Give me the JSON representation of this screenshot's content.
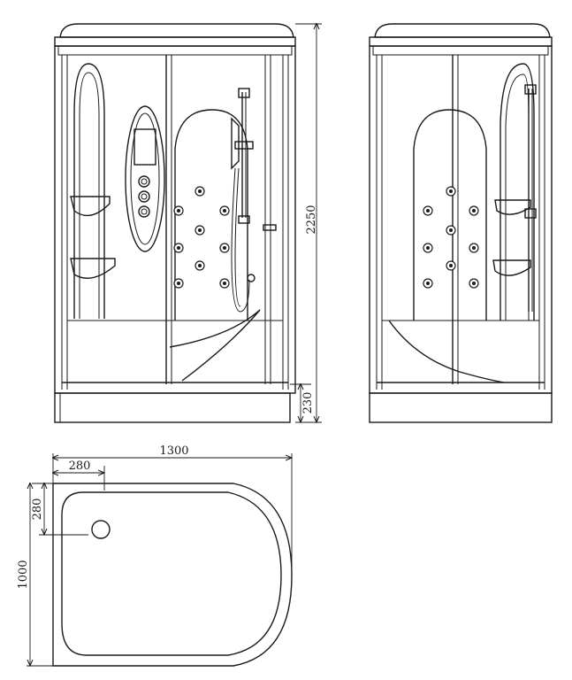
{
  "dimensions": {
    "total_height": "2250",
    "base_height": "230",
    "tray_width": "1300",
    "corner_width": "280",
    "corner_depth": "280",
    "tray_depth": "1000"
  },
  "colors": {
    "line": "#1a1a1a",
    "background": "#ffffff"
  },
  "views": [
    "front-elevation",
    "side-elevation",
    "tray-plan"
  ]
}
